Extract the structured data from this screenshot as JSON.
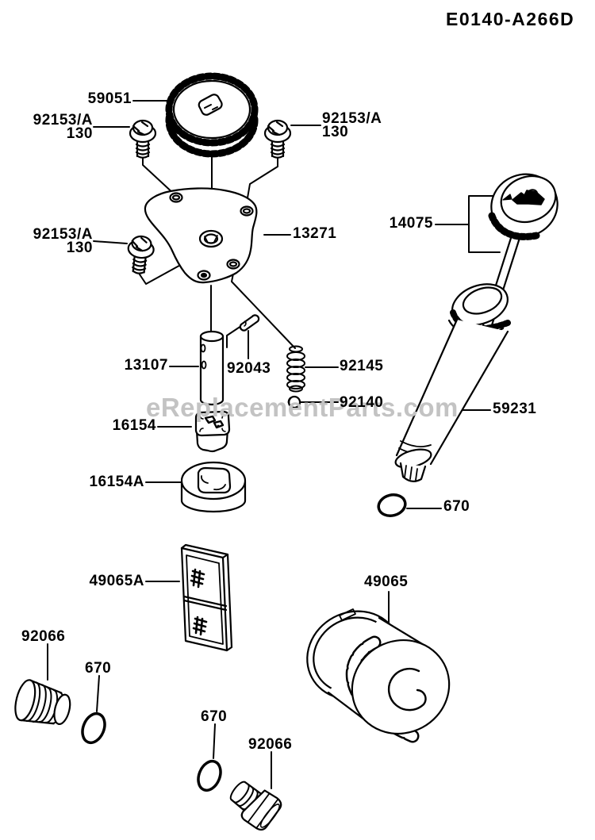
{
  "header": {
    "code": "E0140-A266D"
  },
  "watermark": {
    "text": "eReplacementParts.com",
    "color": "#c3c3c3"
  },
  "colors": {
    "ink": "#000000",
    "background": "#ffffff"
  },
  "parts": {
    "gear": "59051",
    "bolt": "92153/A",
    "bolt_size": "130",
    "plate": "13271",
    "shaft": "13107",
    "pin": "92043",
    "spring": "92145",
    "ball": "92140",
    "rotor_inner": "16154",
    "rotor_outer": "16154A",
    "cap_assembly": "14075",
    "tube_assembly": "59231",
    "oring": "670",
    "screen": "49065A",
    "oil_filter": "49065",
    "plug": "92066"
  }
}
